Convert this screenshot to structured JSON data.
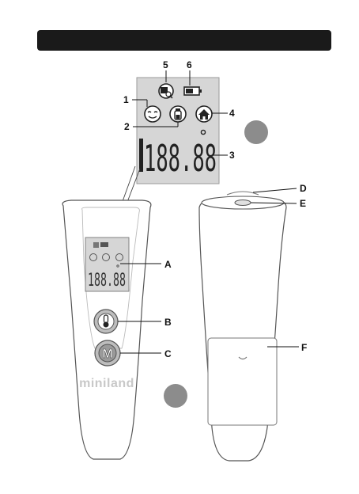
{
  "header": {
    "bar_color": "#1a1a1a"
  },
  "lcd": {
    "digits": "188.88",
    "background": "#d6d6d6"
  },
  "device": {
    "brand": "miniland",
    "button_b_icon": "thermometer-icon",
    "button_c_label": "M"
  },
  "callouts": {
    "n1": "1",
    "n2": "2",
    "n3": "3",
    "n4": "4",
    "n5": "5",
    "n6": "6",
    "A": "A",
    "B": "B",
    "C": "C",
    "D": "D",
    "E": "E",
    "F": "F"
  },
  "icons": [
    "memory-book-icon",
    "battery-icon",
    "face-icon",
    "bottle-icon",
    "house-icon",
    "degree-icon"
  ]
}
